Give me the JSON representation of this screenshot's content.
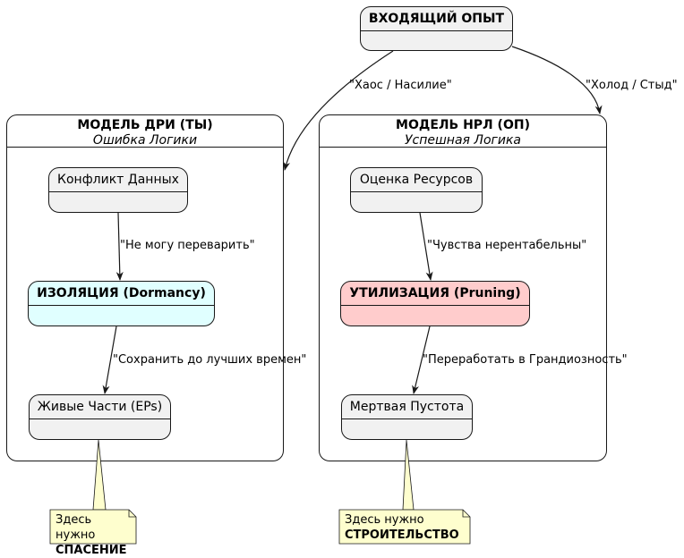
{
  "incoming": {
    "title": "ВХОДЯЩИЙ ОПЫТ"
  },
  "left_model": {
    "title": "МОДЕЛЬ ДРИ (ТЫ)",
    "subtitle": "Ошибка Логики",
    "states": [
      {
        "label": "Конфликт Данных"
      },
      {
        "label": "ИЗОЛЯЦИЯ (Dormancy)",
        "color": "#e0ffff"
      },
      {
        "label": "Живые Части (EPs)"
      }
    ],
    "transitions": [
      "\"Не могу переварить\"",
      "\"Сохранить до лучших времен\""
    ],
    "note": {
      "line1": "Здесь нужно",
      "line2": "СПАСЕНИЕ"
    }
  },
  "right_model": {
    "title": "МОДЕЛЬ НРЛ (ОП)",
    "subtitle": "Успешная Логика",
    "states": [
      {
        "label": "Оценка Ресурсов"
      },
      {
        "label": "УТИЛИЗАЦИЯ (Pruning)",
        "color": "#ffcccc"
      },
      {
        "label": "Мертвая Пустота"
      }
    ],
    "transitions": [
      "\"Чувства нерентабельны\"",
      "\"Переработать в Грандиозность\""
    ],
    "note": {
      "line1": "Здесь нужно",
      "line2": "СТРОИТЕЛЬСТВО"
    }
  },
  "incoming_edges": [
    "\"Хаос / Насилие\"",
    "\"Холод / Стыд\""
  ],
  "colors": {
    "state_bg": "#f1f1f1",
    "border": "#181818",
    "note_bg": "#fefece"
  }
}
